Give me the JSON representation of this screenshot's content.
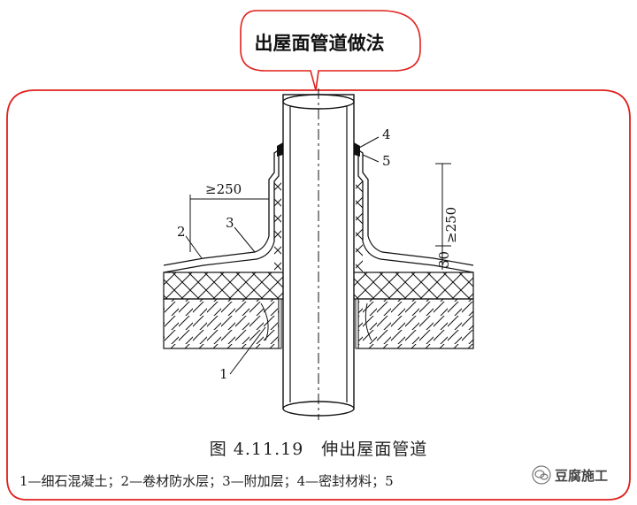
{
  "title": "出屋面管道做法",
  "caption": "图 4.11.19　伸出屋面管道",
  "legend": "1—细石混凝土；2—卷材防水层；3—附加层；4—密封材料；5",
  "watermark": "豆腐施工",
  "labels": {
    "dim_horizontal": "≥250",
    "dim_vertical": "≥250",
    "dim_30": "30",
    "n1": "1",
    "n2": "2",
    "n3": "3",
    "n4": "4",
    "n5": "5"
  },
  "colors": {
    "frame": "#e0211d",
    "line": "#111111"
  }
}
